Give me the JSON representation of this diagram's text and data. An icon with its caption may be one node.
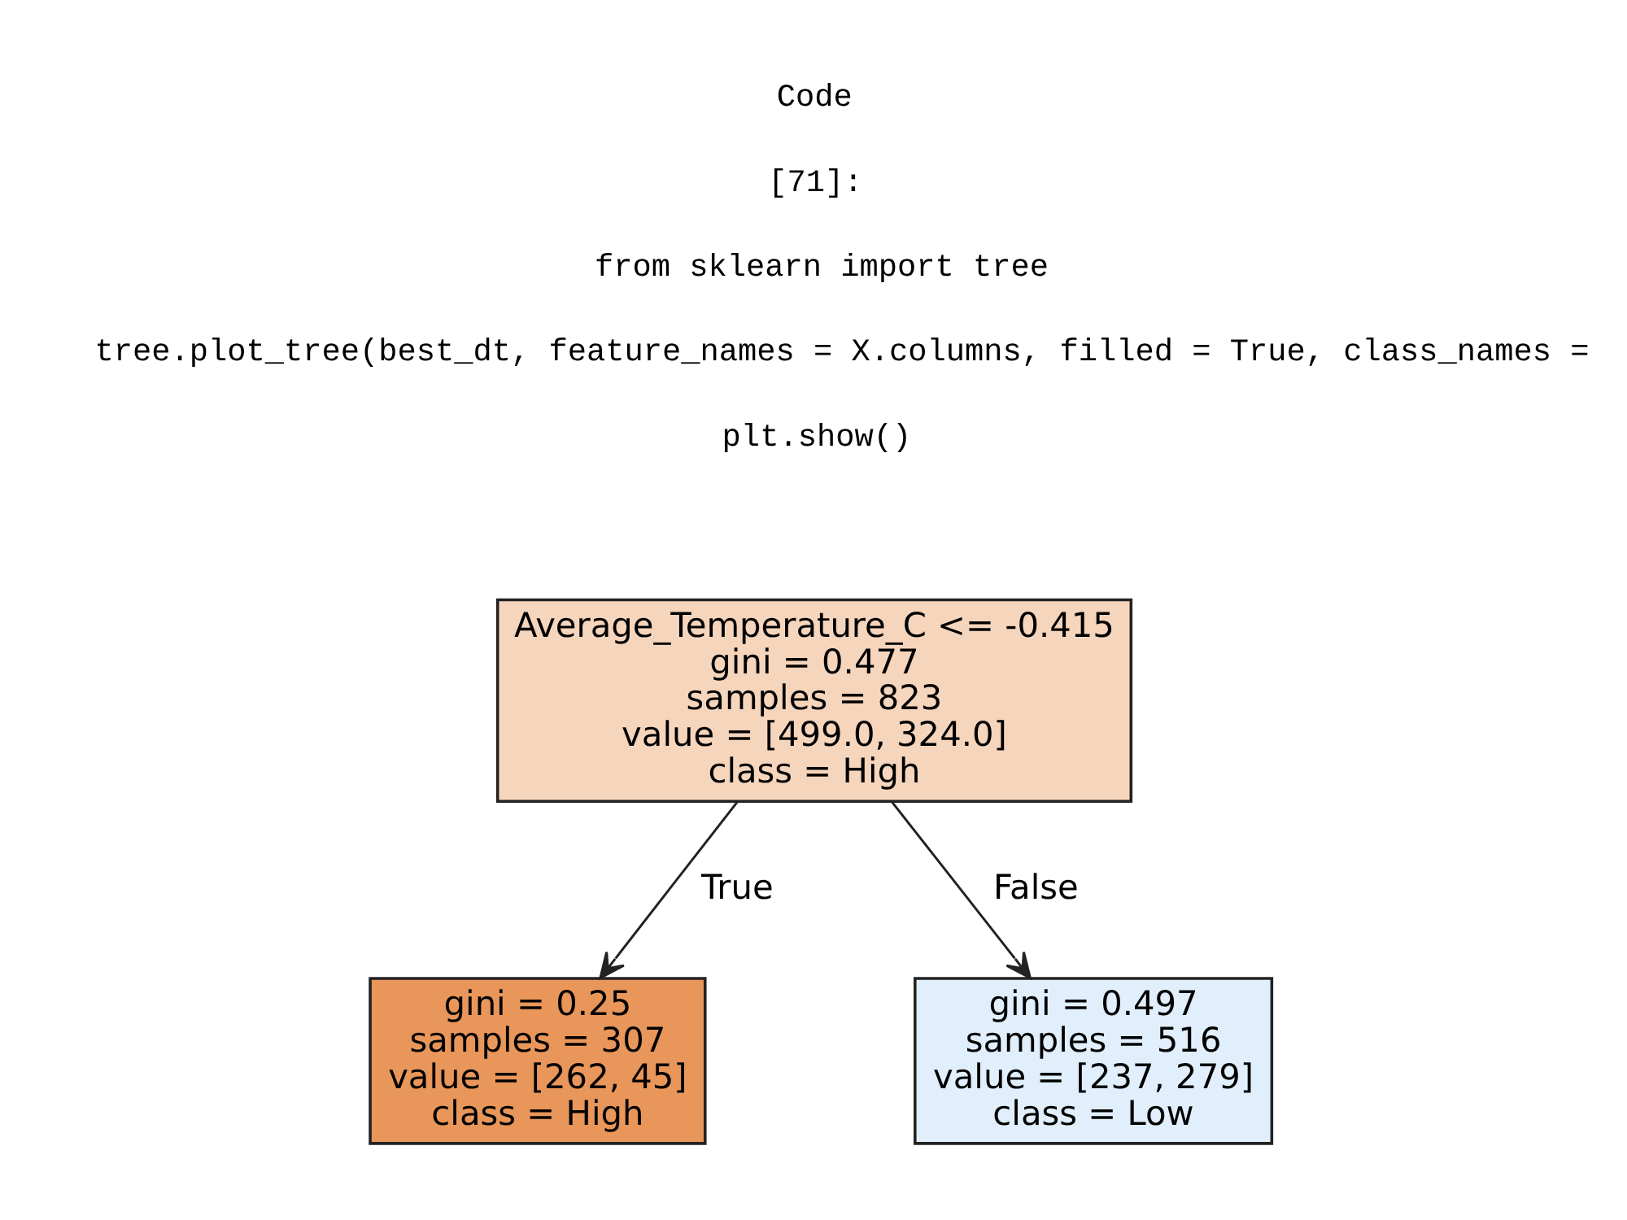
{
  "diagram": {
    "nodes": [
      {
        "text": [
          "Average_Temperature_C <= -0.415",
          "gini = 0.477",
          "samples = 823",
          "value = [499.0, 324.0]",
          "class = High"
        ]
      },
      {
        "text": [
          "gini = 0.25",
          "samples = 307",
          "value = [262, 45]",
          "class = High"
        ]
      },
      {
        "text": [
          "gini = 0.497",
          "samples = 516",
          "value = [237, 279]",
          "class = Low"
        ]
      }
    ],
    "edges": [
      {
        "from": 0,
        "to": 1,
        "arrow": "to",
        "label": "True"
      },
      {
        "from": 0,
        "to": 2,
        "arrow": "to",
        "label": "False"
      }
    ],
    "labels": [
      "Code",
      "[71]:",
      "from sklearn import tree",
      "tree.plot_tree(best_dt, feature_names = X.columns, filled = True, class_names =",
      "plt.show()"
    ]
  }
}
